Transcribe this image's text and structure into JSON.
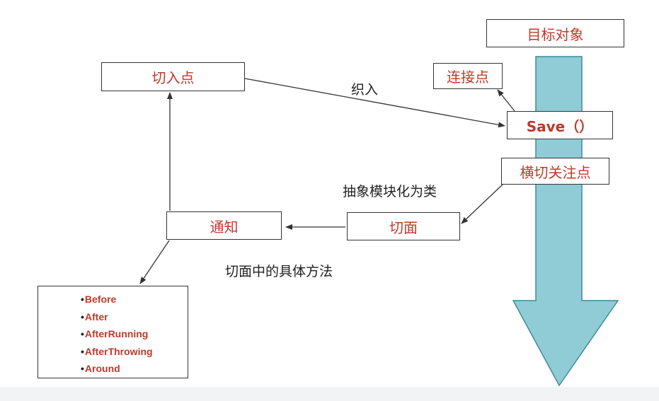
{
  "diagram": {
    "target_object": "目标对象",
    "pointcut": "切入点",
    "join_point": "连接点",
    "weave_label": "织入",
    "save_method": "Save（）",
    "crosscutting_concern": "横切关注点",
    "abstract_label": "抽象模块化为类",
    "advice": "通知",
    "aspect": "切面",
    "methods_label": "切面中的具体方法",
    "advice_types": [
      "Before",
      "After",
      "AfterRunning",
      "AfterThrowing",
      "Around"
    ]
  },
  "colors": {
    "box_text": "#c0392b",
    "arrow_fill": "#7dc3cf",
    "arrow_stroke": "#3d8a99",
    "line": "#333333"
  }
}
